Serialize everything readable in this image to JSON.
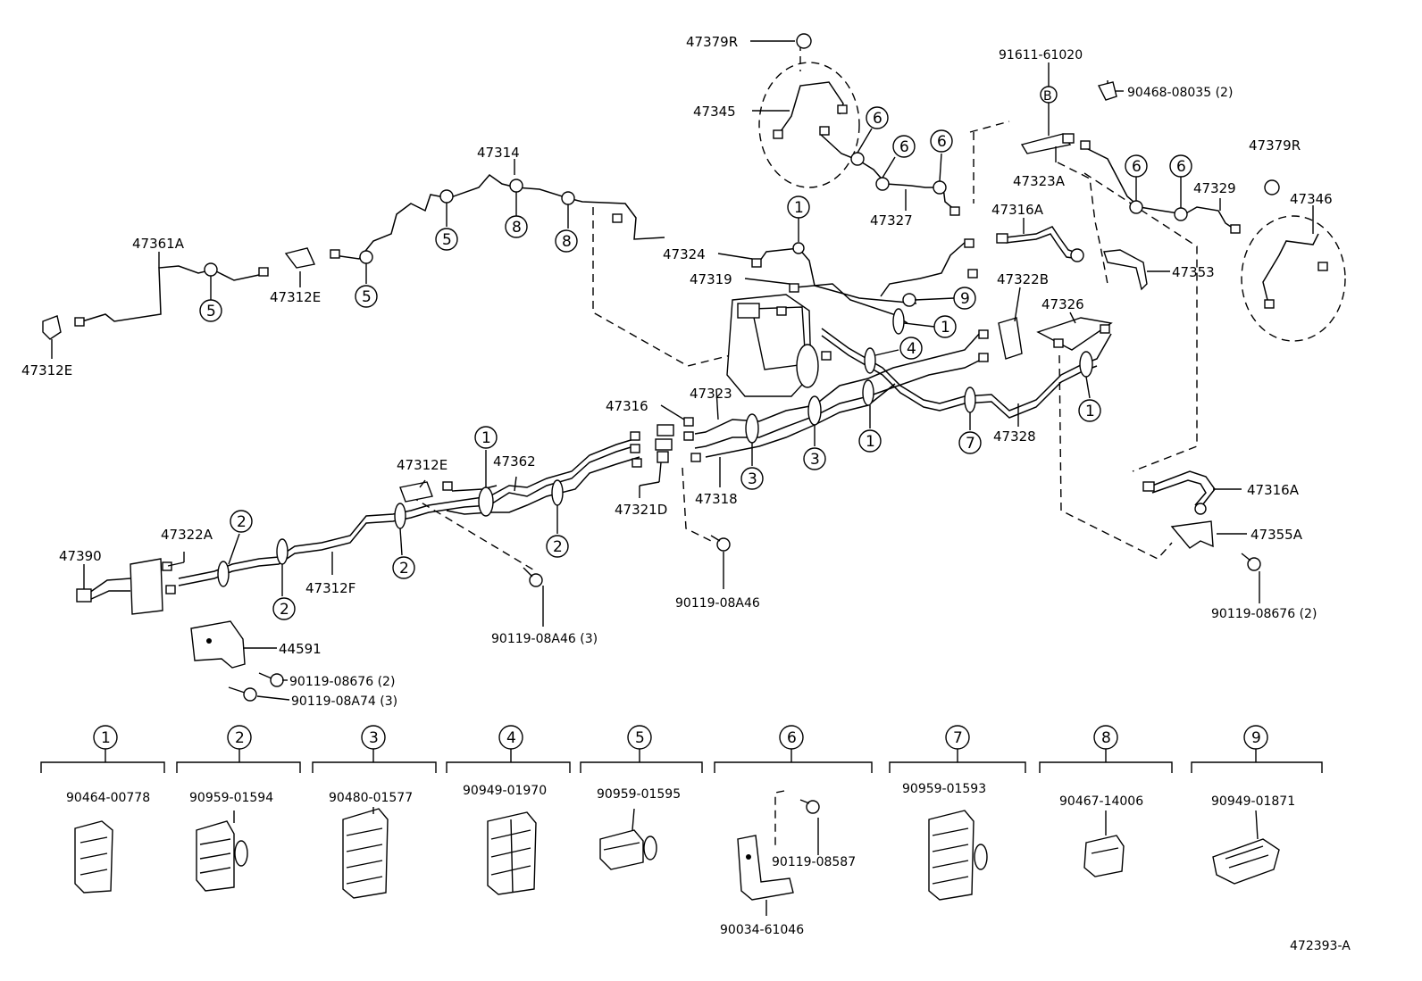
{
  "diagram_id": "472393-A",
  "part_labels": {
    "p47379R_top": "47379R",
    "p47345": "47345",
    "p91611": "91611-61020",
    "p90468": "90468-08035 (2)",
    "p47379R_right": "47379R",
    "p47346": "47346",
    "p47323A": "47323A",
    "p47329": "47329",
    "p47314": "47314",
    "p47327": "47327",
    "p47316A_top": "47316A",
    "p47324": "47324",
    "p47361A": "47361A",
    "p47312E_mid": "47312E",
    "p47312E_left": "47312E",
    "p47319": "47319",
    "p47322B": "47322B",
    "p47353": "47353",
    "p47326": "47326",
    "p47323": "47323",
    "p47316": "47316",
    "p47328": "47328",
    "p47312E_low": "47312E",
    "p47362": "47362",
    "p47318": "47318",
    "p47321D": "47321D",
    "p47322A": "47322A",
    "p47390": "47390",
    "p47312F": "47312F",
    "p47316A_right": "47316A",
    "p47355A": "47355A",
    "p90119_08A46_3": "90119-08A46 (3)",
    "p90119_08A46": "90119-08A46",
    "p90119_08676_right": "90119-08676 (2)",
    "p44591": "44591",
    "p90119_08676_left": "90119-08676 (2)",
    "p90119_08A74": "90119-08A74 (3)"
  },
  "callout_b": "B",
  "legend": [
    {
      "num": "1",
      "part": "90464-00778"
    },
    {
      "num": "2",
      "part": "90959-01594"
    },
    {
      "num": "3",
      "part": "90480-01577"
    },
    {
      "num": "4",
      "part": "90949-01970"
    },
    {
      "num": "5",
      "part": "90959-01595"
    },
    {
      "num": "6",
      "part": "90034-61046",
      "extra": "90119-08587"
    },
    {
      "num": "7",
      "part": "90959-01593"
    },
    {
      "num": "8",
      "part": "90467-14006"
    },
    {
      "num": "9",
      "part": "90949-01871"
    }
  ]
}
